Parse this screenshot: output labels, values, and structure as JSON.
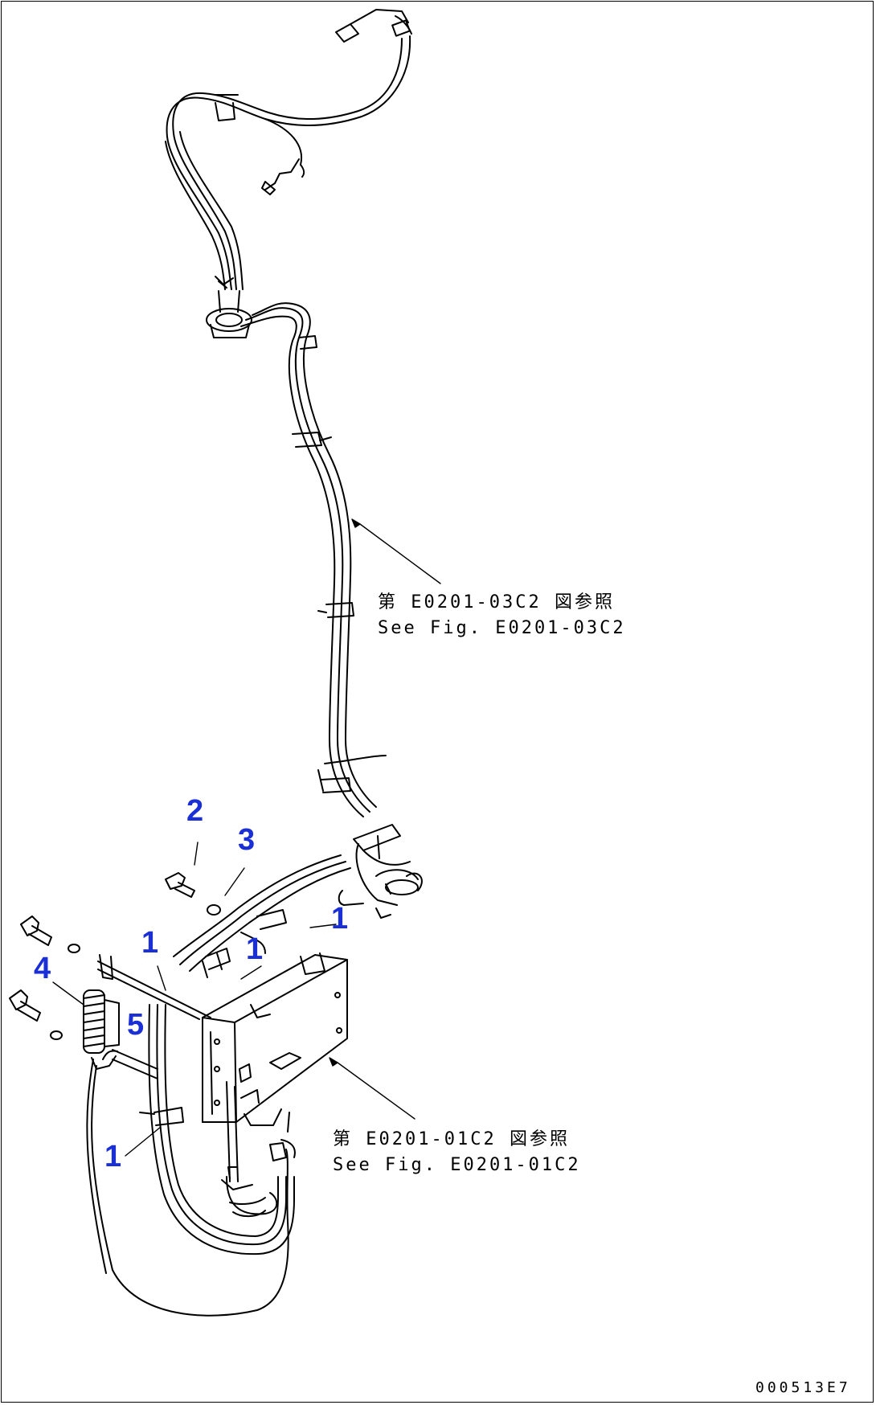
{
  "callouts": [
    {
      "id": "c-1-top",
      "label": "1"
    },
    {
      "id": "c-1-mid",
      "label": "1"
    },
    {
      "id": "c-1-left",
      "label": "1"
    },
    {
      "id": "c-1-bottom",
      "label": "1"
    },
    {
      "id": "c-2",
      "label": "2"
    },
    {
      "id": "c-3",
      "label": "3"
    },
    {
      "id": "c-4",
      "label": "4"
    },
    {
      "id": "c-5",
      "label": "5"
    }
  ],
  "references": {
    "upper": {
      "jp": "第 E0201-03C2 図参照",
      "en": "See Fig. E0201-03C2"
    },
    "lower": {
      "jp": "第 E0201-01C2 図参照",
      "en": "See Fig. E0201-01C2"
    }
  },
  "drawing_code": "000513E7",
  "colors": {
    "callout": "#1a2fd6",
    "line": "#000000",
    "background": "#ffffff"
  }
}
